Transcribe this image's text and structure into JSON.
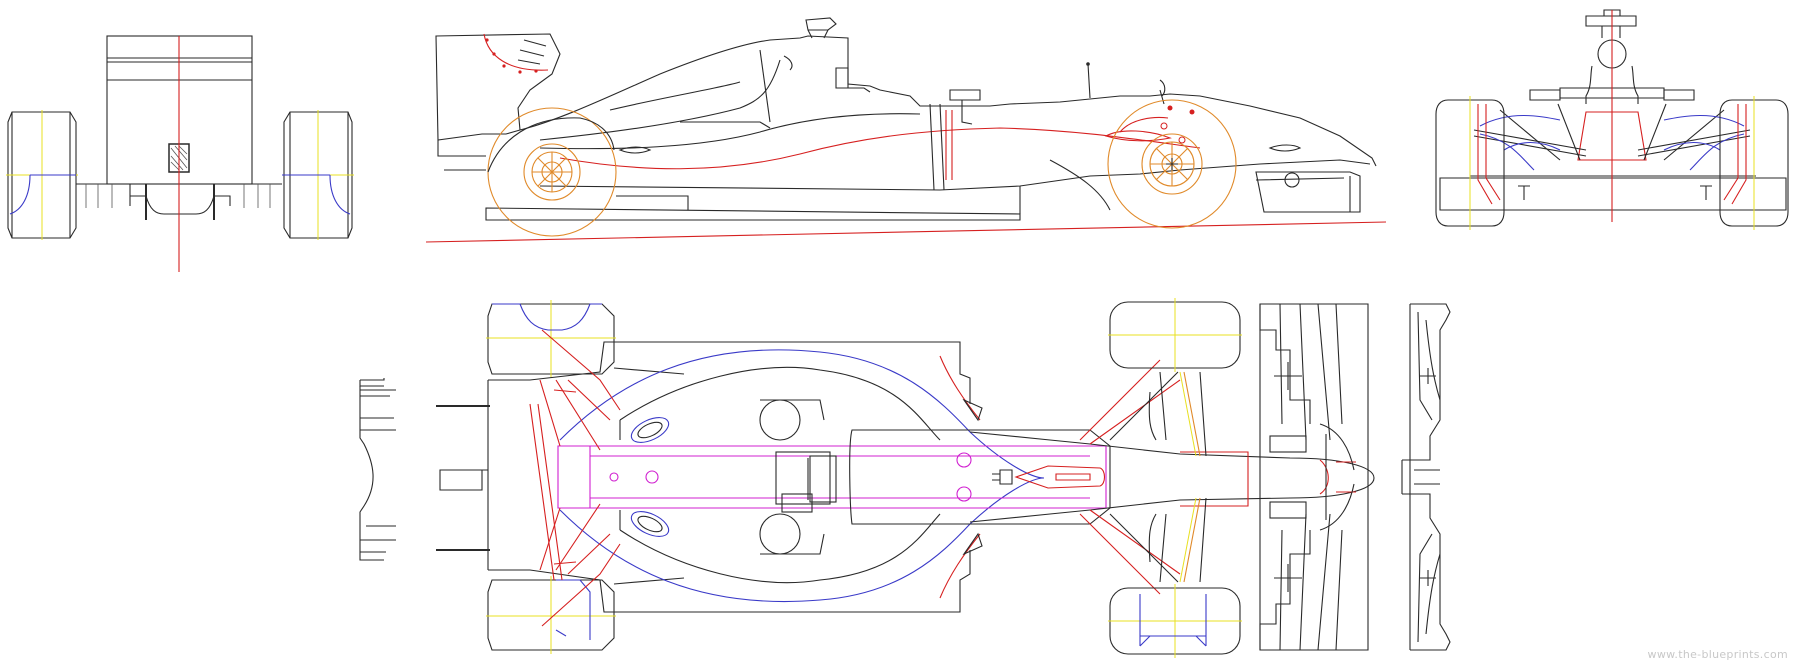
{
  "watermark": "www.the-blueprints.com",
  "colors": {
    "outline": "#2a2a2a",
    "centerline": "#d62020",
    "structure_blue": "#3a3ac8",
    "structure_magenta": "#d020d0",
    "wheel_orange": "#e08a2a",
    "axis_yellow": "#e8e020",
    "background": "#ffffff"
  },
  "views": [
    "rear-view",
    "side-view",
    "front-view",
    "top-view",
    "front-wing-plan-view",
    "front-wing-side-view",
    "rear-wing-side-view"
  ]
}
